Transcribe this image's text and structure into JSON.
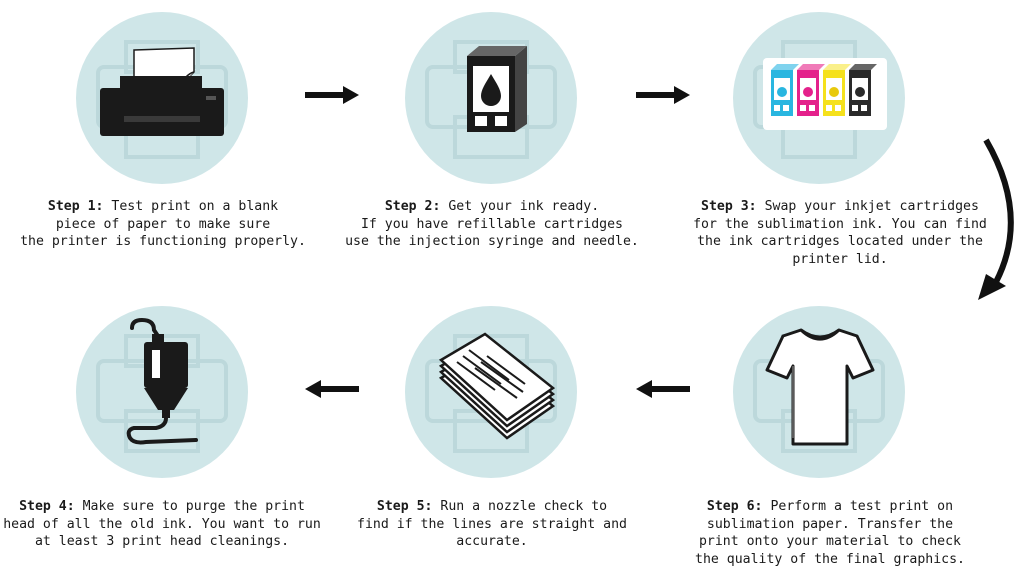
{
  "steps": [
    {
      "label": "Step 1:",
      "text": " Test print on a blank\npiece of paper to make sure\nthe printer is functioning properly.",
      "icon": "printer-icon"
    },
    {
      "label": "Step 2:",
      "text": " Get your ink ready.\nIf you have refillable cartridges\nuse the injection syringe and needle.",
      "icon": "ink-cartridge-icon"
    },
    {
      "label": "Step 3:",
      "text": " Swap your inkjet cartridges\nfor the sublimation ink. You can find\nthe ink cartridges located under the\nprinter lid.",
      "icon": "cmyk-cartridges-icon"
    },
    {
      "label": "Step 4:",
      "text": " Make sure to purge the print\nhead of all the old ink. You want to run\nat least 3 print head cleanings.",
      "icon": "print-head-icon"
    },
    {
      "label": "Step 5:",
      "text": " Run a nozzle check to\nfind if the lines are straight and\naccurate.",
      "icon": "paper-stack-icon"
    },
    {
      "label": "Step 6:",
      "text": " Perform a test print on\nsublimation paper. Transfer the\nprint onto your material to check\nthe quality of the final graphics.",
      "icon": "tshirt-icon"
    }
  ],
  "colors": {
    "circle": "#cfe6e8",
    "icon": "#1a1a1a",
    "cyan": "#29b6e0",
    "magenta": "#e4218b",
    "yellow": "#f5e11c",
    "black": "#2a2a2a"
  }
}
